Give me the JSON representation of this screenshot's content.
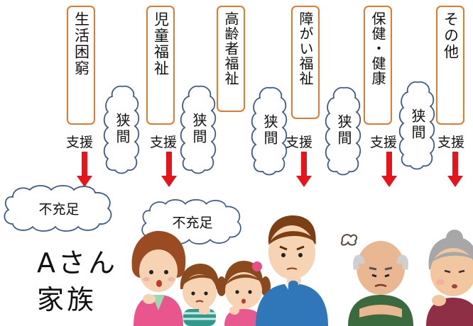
{
  "categories": [
    {
      "label": "生活困窮"
    },
    {
      "label": "児童福祉"
    },
    {
      "label": "高齢者福祉"
    },
    {
      "label": "障がい福祉"
    },
    {
      "label": "保健・健康"
    },
    {
      "label": "その他"
    }
  ],
  "support_label": "支援",
  "gap_label": "狭間",
  "shortage_label": "不充足",
  "family": {
    "line1": "Aさん",
    "line2": "家族"
  },
  "colors": {
    "box_border": "#e07a2e",
    "arrow": "#e8141b",
    "cloud_border": "#3d5a8c"
  }
}
